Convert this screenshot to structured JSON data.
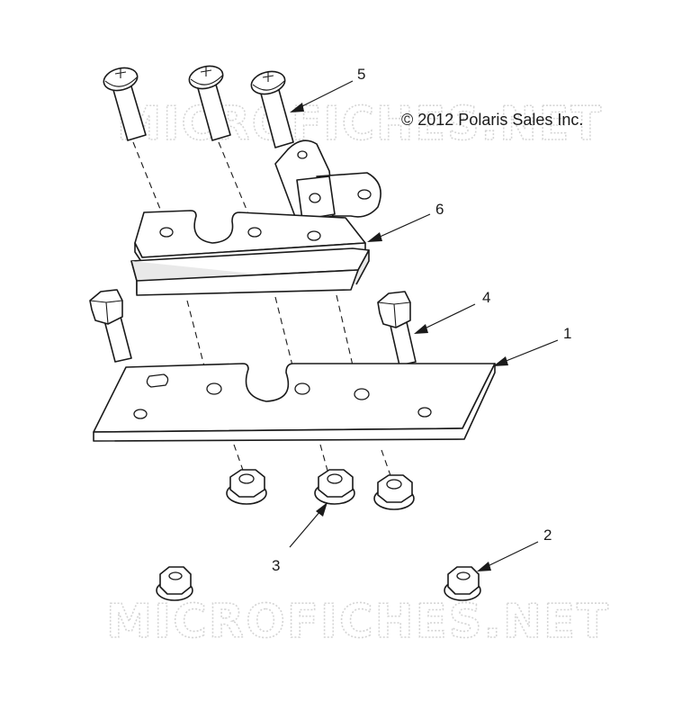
{
  "copyright": "© 2012 Polaris Sales Inc.",
  "watermark": {
    "top": "MICROFICHES.NET",
    "bottom": "MICROFICHES.NET"
  },
  "callouts": [
    "1",
    "2",
    "3",
    "4",
    "5",
    "6"
  ]
}
